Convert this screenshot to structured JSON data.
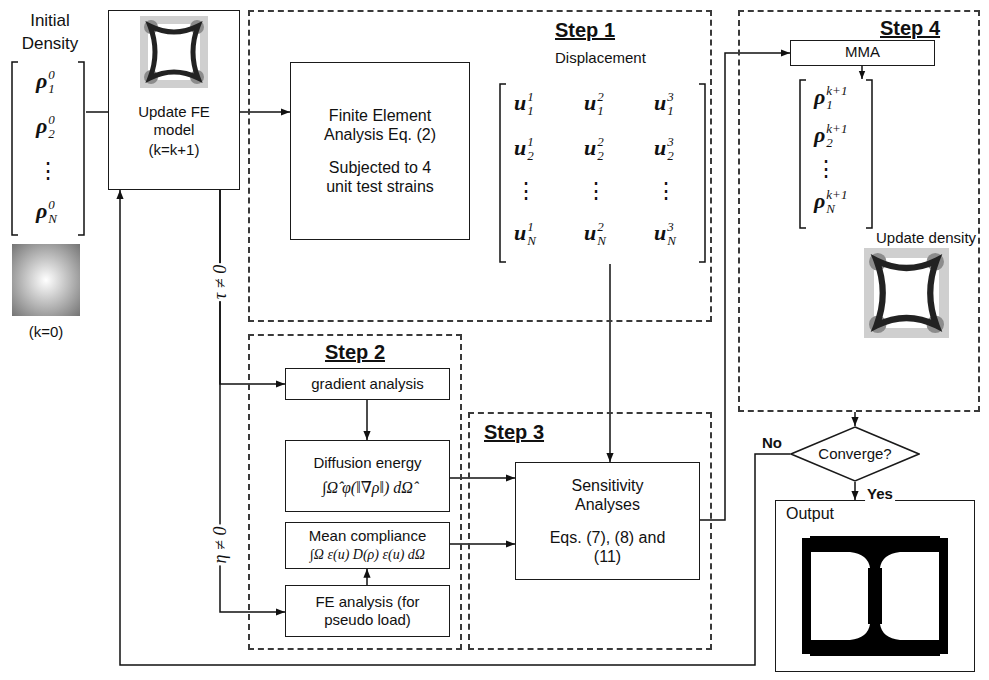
{
  "diagram": {
    "nodes": [
      {
        "text": [
          "Step 1"
        ]
      },
      {
        "text": [
          "Finite Element Analysis Eq. (2)",
          "Subjected to 4 unit test strains"
        ],
        "in": 0
      },
      {
        "text": [
          "Step 4"
        ]
      },
      {
        "text": [
          "MMA"
        ],
        "in": 2
      },
      {
        "text": [
          "Update FE model",
          "(k=k+1)"
        ]
      },
      {
        "text": [
          "Step 2"
        ]
      },
      {
        "text": [
          "gradient analysis"
        ],
        "in": 5
      },
      {
        "text": [
          "Diffusion energy",
          "∫Ω̂ φ(‖∇ρ‖) dΩ̂"
        ],
        "in": 5
      },
      {
        "text": [
          "Mean compliance",
          "∫Ω ε(u) D(ρ) ε(u) dΩ"
        ],
        "in": 5
      },
      {
        "text": [
          "FE analysis (for pseudo load)"
        ],
        "in": 5
      },
      {
        "text": [
          "Step 3"
        ]
      },
      {
        "text": [
          "Sensitivity Analyses",
          "Eqs. (7), (8) and (11)"
        ],
        "in": 10
      },
      {
        "text": [
          "Converge?"
        ]
      },
      {
        "text": [
          "Output"
        ]
      }
    ],
    "edges": [
      {
        "from": 4,
        "to": 1,
        "arrow": "to"
      },
      {
        "from": 4,
        "to": 6,
        "arrow": "to",
        "label": "τ ≠ 0"
      },
      {
        "from": 6,
        "to": 7,
        "arrow": "to"
      },
      {
        "from": 4,
        "to": 9,
        "arrow": "to",
        "label": "η ≠ 0"
      },
      {
        "from": 9,
        "to": 8,
        "arrow": "to"
      },
      {
        "from": 7,
        "to": 11,
        "arrow": "to"
      },
      {
        "from": 8,
        "to": 11,
        "arrow": "to"
      },
      {
        "from": 0,
        "to": 11,
        "arrow": "to"
      },
      {
        "from": 11,
        "to": 3,
        "arrow": "to"
      },
      {
        "from": 2,
        "to": 12,
        "arrow": "to"
      },
      {
        "from": 12,
        "to": 13,
        "arrow": "to",
        "label": "Yes"
      },
      {
        "from": 12,
        "to": 4,
        "arrow": "to",
        "label": "No"
      }
    ],
    "labels": [
      "Initial Density",
      "ρ",
      "1",
      "0",
      "ρ",
      "2",
      "0",
      "⋮",
      "ρ",
      "N",
      "0",
      "(k=0)",
      "Displacement",
      "u",
      "1",
      "1",
      "u",
      "1",
      "2",
      "u",
      "1",
      "3",
      "u",
      "2",
      "1",
      "u",
      "2",
      "2",
      "u",
      "2",
      "3",
      "⋮",
      "⋮",
      "⋮",
      "u",
      "N",
      "1",
      "u",
      "N",
      "2",
      "u",
      "N",
      "3",
      "ρ",
      "1",
      "k+1",
      "ρ",
      "2",
      "k+1",
      "⋮",
      "ρ",
      "N",
      "k+1",
      "Update density"
    ]
  }
}
